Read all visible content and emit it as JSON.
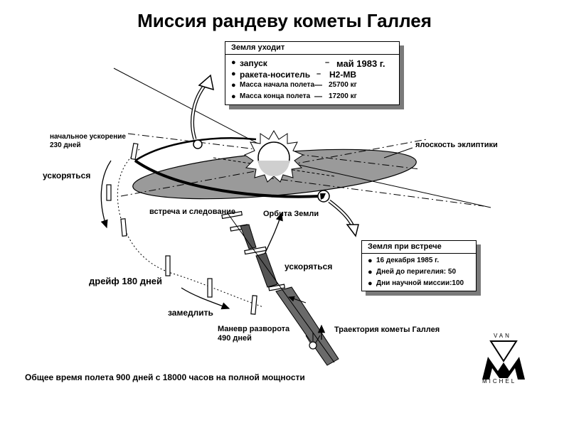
{
  "title": "Миссия рандеву кометы Галлея",
  "departure_box": {
    "header": "Земля уходит",
    "rows": [
      {
        "label": "запуск",
        "dash": "–",
        "value": "май 1983 г."
      },
      {
        "label": "ракета-носитель",
        "dash": "–",
        "value": "H2-MB"
      },
      {
        "label": "Масса начала полета",
        "dash": "—",
        "value": "25700 кг"
      },
      {
        "label": "Масса конца полета",
        "dash": "—",
        "value": "17200 кг"
      }
    ]
  },
  "encounter_box": {
    "header": "Земля при встрече",
    "rows": [
      {
        "label": "16 декабря 1985 г."
      },
      {
        "label": "Дней до перигелия: 50"
      },
      {
        "label": "Дни научной миссии:100"
      }
    ]
  },
  "labels": {
    "initial_accel_line1": "начальное ускорение",
    "initial_accel_line2": "230 дней",
    "accelerate_left": "ускоряться",
    "ecliptic_plane": "ялоскость эклиптики",
    "meet_follow": "встреча и следование",
    "earth_orbit": "Орбита Земли",
    "accelerate_right": "ускоряться",
    "drift": "дрейф 180 дней",
    "decelerate": "замедлить",
    "turn_line1": "Маневр разворота",
    "turn_line2": "490 дней",
    "comet_trajectory": "Траектория кометы Галлея",
    "total_time": "Общее время полета 900 дней с 18000 часов на полной мощности"
  },
  "logo": {
    "top": "VAN",
    "bottom": "MICHEL"
  }
}
